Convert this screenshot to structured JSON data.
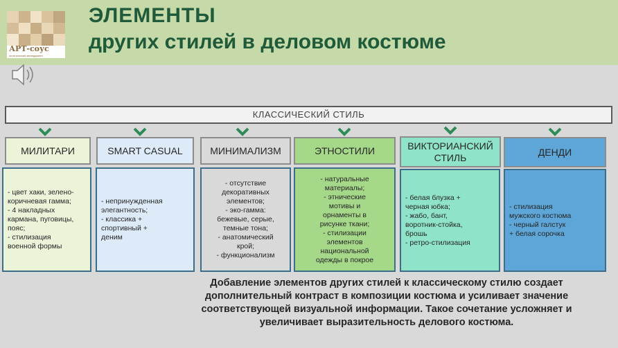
{
  "header": {
    "title_line1": "ЭЛЕМЕНТЫ",
    "title_line2": "других стилей в деловом костюме",
    "logo_brand": "АРТ-соус",
    "logo_tagline": "эстетический менеджмент"
  },
  "top_box": "КЛАССИЧЕСКИЙ СТИЛЬ",
  "columns": [
    {
      "title": [
        "МИЛИТАРИ"
      ],
      "lines": [
        "- цвет хаки, зелено-",
        "коричневая гамма;",
        "- 4 накладных",
        "кармана, пуговицы,",
        "пояс;",
        "- стилизация",
        "военной формы"
      ]
    },
    {
      "title": [
        "SMART CASUAL"
      ],
      "lines": [
        "- непринужденная",
        "элегантность;",
        "- классика +",
        "спортивный  +",
        "деним"
      ]
    },
    {
      "title": [
        "МИНИМАЛИЗМ"
      ],
      "lines": [
        "- отсутствие",
        "декоративных",
        "элементов;",
        "- эко-гамма:",
        "бежевые, серые,",
        "темные тона;",
        "- анатомический",
        "крой;",
        "- функционализм"
      ]
    },
    {
      "title": [
        "ЭТНОСТИЛИ"
      ],
      "lines": [
        "- натуральные",
        "материалы;",
        "- этнические",
        "мотивы  и",
        "орнаменты в",
        "рисунке ткани;",
        "- стилизации",
        "элементов",
        "национальной",
        "одежды в покрое"
      ]
    },
    {
      "title": [
        "ВИКТОРИАНСКИЙ",
        "СТИЛЬ"
      ],
      "lines": [
        "- белая блузка +",
        "черная юбка;",
        "- жабо, бант,",
        "воротник-стойка,",
        "брошь",
        "- ретро-стилизация"
      ]
    },
    {
      "title": [
        "ДЕНДИ"
      ],
      "lines": [
        "- стилизация",
        "мужского костюма",
        "- черный галстук",
        "+ белая сорочка"
      ]
    }
  ],
  "summary": [
    "Добавление элементов других стилей к классическому стилю создает",
    "дополнительный контраст в композиции костюма и усиливает значение",
    "соответствующей визуальной информации. Такое сочетание усложняет и",
    "увеличивает выразительность  делового  костюма."
  ],
  "colors": {
    "header_bg": "#c6d9a8",
    "title": "#1f5b3a",
    "chevron": "#2e8b57",
    "col1": "#ebf3d9",
    "col2": "#dcebf7",
    "col3": "#d9d9d9",
    "col4": "#a6d88a",
    "col5": "#8fe3c8",
    "col6": "#5ea6d8"
  }
}
